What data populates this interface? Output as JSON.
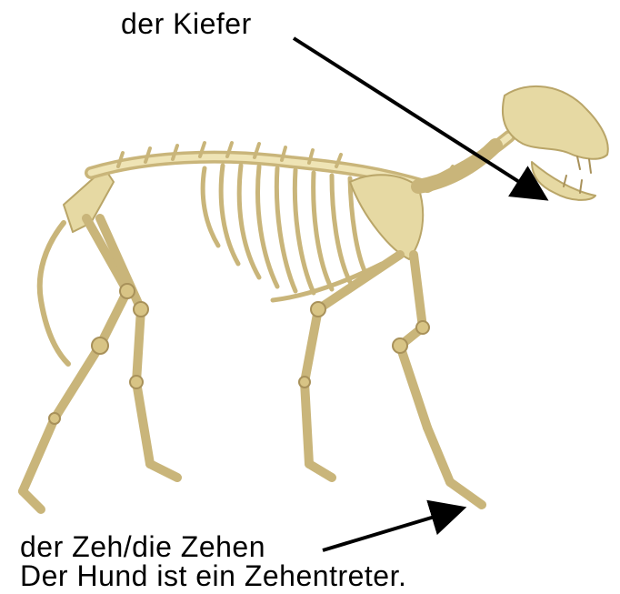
{
  "labels": {
    "jaw": "der Kiefer",
    "toe": "der Zeh/die Zehen",
    "caption": "Der Hund ist ein Zehentreter."
  },
  "colors": {
    "bone": "#e6d9a3",
    "bone_shadow": "#c9b57a",
    "bone_dark": "#a8915a",
    "text": "#000000",
    "arrow": "#000000",
    "background": "#ffffff"
  }
}
